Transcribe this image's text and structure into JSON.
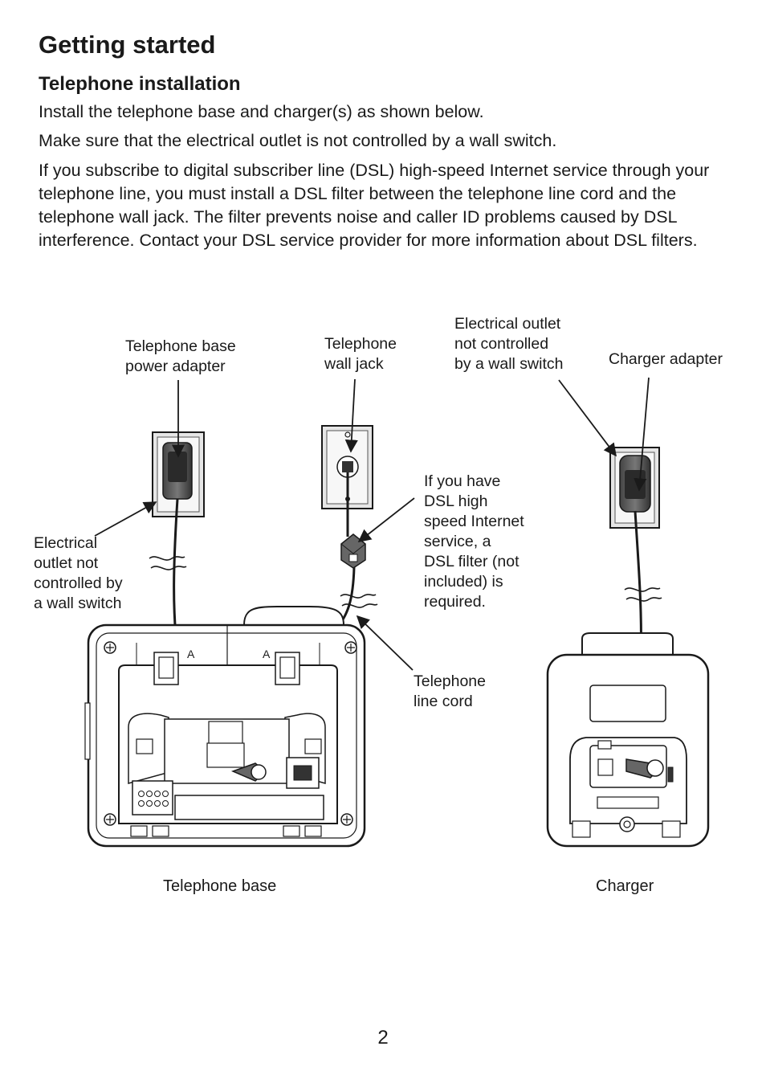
{
  "page": {
    "title": "Getting started",
    "section_title": "Telephone installation",
    "paragraphs": [
      "Install the telephone base and charger(s) as shown below.",
      "Make sure that the electrical outlet is not controlled by a wall switch.",
      "If you subscribe to digital subscriber line (DSL) high-speed Internet service through your telephone line, you must install a DSL filter between the telephone line cord and the telephone wall jack. The filter prevents noise and caller ID problems caused by DSL interference. Contact your DSL service provider for more information about DSL filters."
    ],
    "page_number": "2"
  },
  "diagram": {
    "labels": {
      "base_power_adapter": "Telephone base\npower adapter",
      "wall_jack": "Telephone\nwall jack",
      "outlet_top": "Electrical outlet\nnot controlled\nby a wall switch",
      "charger_adapter": "Charger adapter",
      "dsl_filter": "If you have\nDSL high\nspeed Internet\nservice, a\nDSL filter (not\nincluded) is\nrequired.",
      "outlet_left": "Electrical\noutlet not\ncontrolled by\na wall switch",
      "line_cord": "Telephone\nline cord",
      "jack_mark_left": "A",
      "jack_mark_right": "A"
    },
    "captions": {
      "base": "Telephone base",
      "charger": "Charger"
    }
  }
}
